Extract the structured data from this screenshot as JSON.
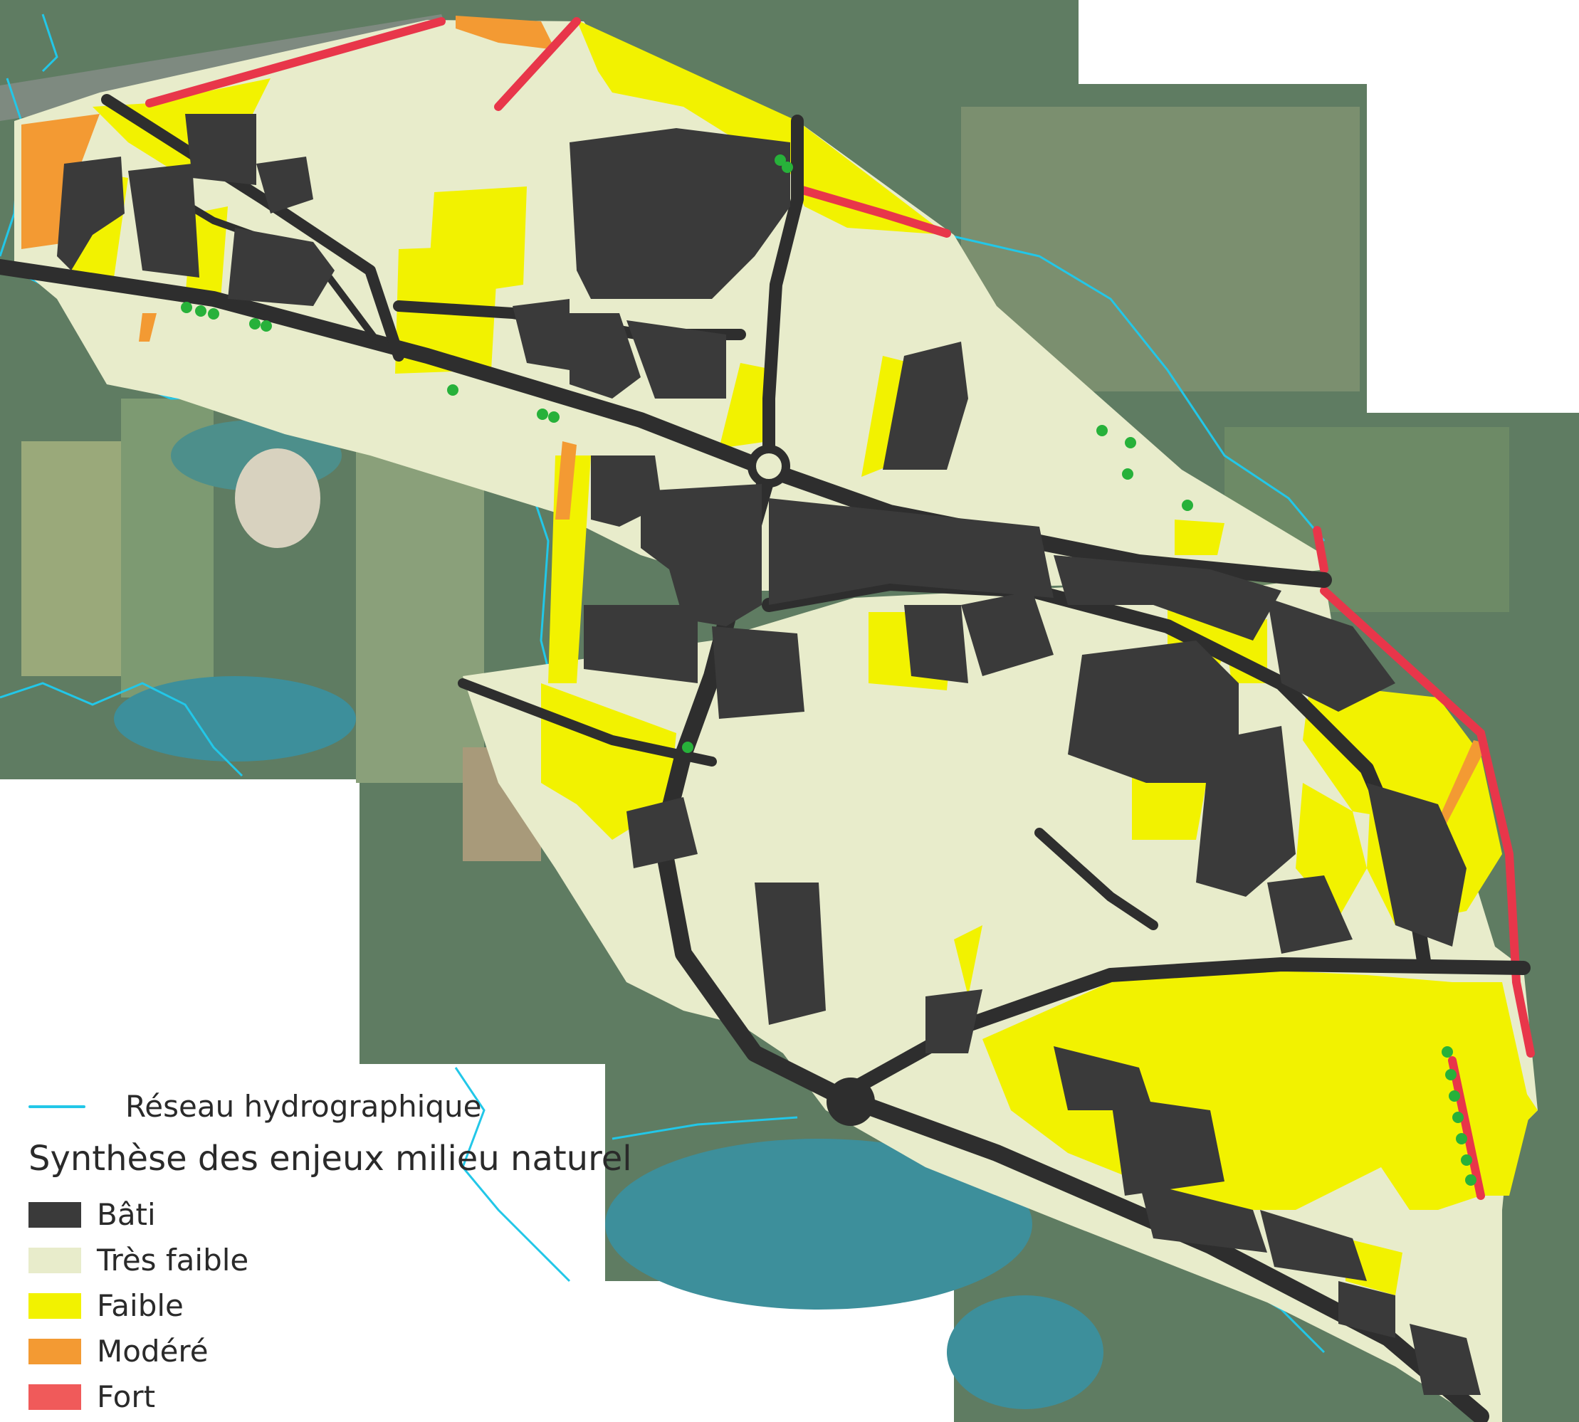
{
  "legend": {
    "hydro_label": "Réseau hydrographique",
    "title": "Synthèse des enjeux milieu naturel",
    "items": [
      {
        "label": "Bâti",
        "color": "#3a3a3a"
      },
      {
        "label": "Très faible",
        "color": "#e8eccb"
      },
      {
        "label": "Faible",
        "color": "#f2f200"
      },
      {
        "label": "Modéré",
        "color": "#f39a33"
      },
      {
        "label": "Fort",
        "color": "#f05a5a"
      }
    ]
  },
  "colors": {
    "hydro": "#22c7e8",
    "aerial": "#5d7a62",
    "field": "#8ea77d",
    "water": "#3d8f9b",
    "built": "#3a3a3a",
    "road": "#2e2e2e",
    "tres_faible": "#e8eccb",
    "faible": "#f2f200",
    "modere": "#f39a33",
    "fort": "#e8364a",
    "tree": "#27b13a"
  }
}
